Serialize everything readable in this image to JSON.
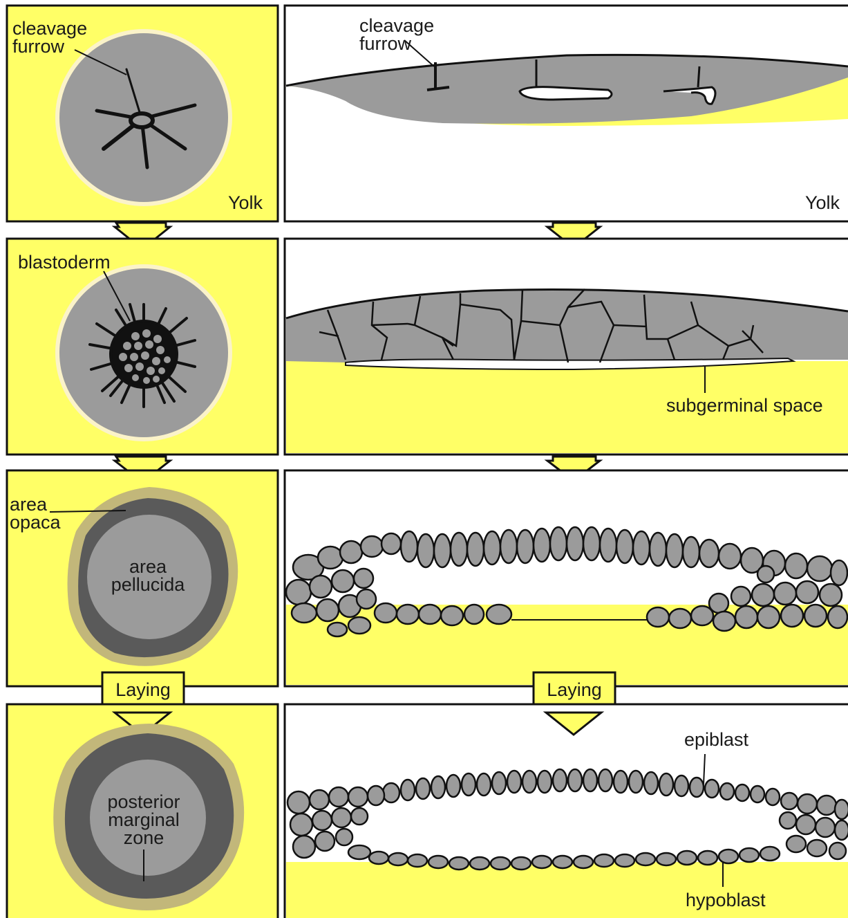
{
  "labels": {
    "cleavage_furrow_1a": "cleavage",
    "cleavage_furrow_1b": "furrow",
    "yolk_left": "Yolk",
    "cleavage_furrow_2a": "cleavage",
    "cleavage_furrow_2b": "furrow",
    "yolk_right": "Yolk",
    "blastoderm": "blastoderm",
    "subgerminal_space": "subgerminal space",
    "area_opaca_a": "area",
    "area_opaca_b": "opaca",
    "area_pellucida_a": "area",
    "area_pellucida_b": "pellucida",
    "laying_left": "Laying",
    "laying_right": "Laying",
    "posterior_a": "posterior",
    "posterior_b": "marginal",
    "posterior_c": "zone",
    "epiblast": "epiblast",
    "hypoblast": "hypoblast"
  },
  "colors": {
    "yolk": "#ffff66",
    "cell_gray": "#9b9b9b",
    "dark_ring": "#5a5a5a",
    "tan_ring": "#c2b77a",
    "outline": "#111111"
  }
}
